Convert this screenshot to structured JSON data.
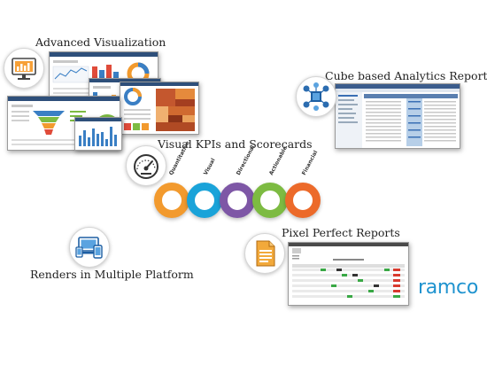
{
  "features": {
    "advanced_visualization": "Advanced Visualization",
    "cube_reports": "Cube based Analytics Reports",
    "visual_kpis": "Visual KPIs and Scorecards",
    "pixel_perfect": "Pixel Perfect Reports",
    "multi_platform": "Renders in Multiple Platform"
  },
  "kpi_rings": [
    {
      "label": "Quantitative",
      "color": "#f29a2e"
    },
    {
      "label": "Visual",
      "color": "#1aa3d9"
    },
    {
      "label": "Directional",
      "color": "#7e57a6"
    },
    {
      "label": "Actionable",
      "color": "#7dbb42"
    },
    {
      "label": "Financial",
      "color": "#ec6a2a"
    }
  ],
  "brand": {
    "name": "ramco",
    "color": "#1f93cf"
  },
  "icons": [
    "dashboard-monitor-icon",
    "cube-network-icon",
    "speedometer-icon",
    "document-report-icon",
    "multi-device-icon"
  ]
}
